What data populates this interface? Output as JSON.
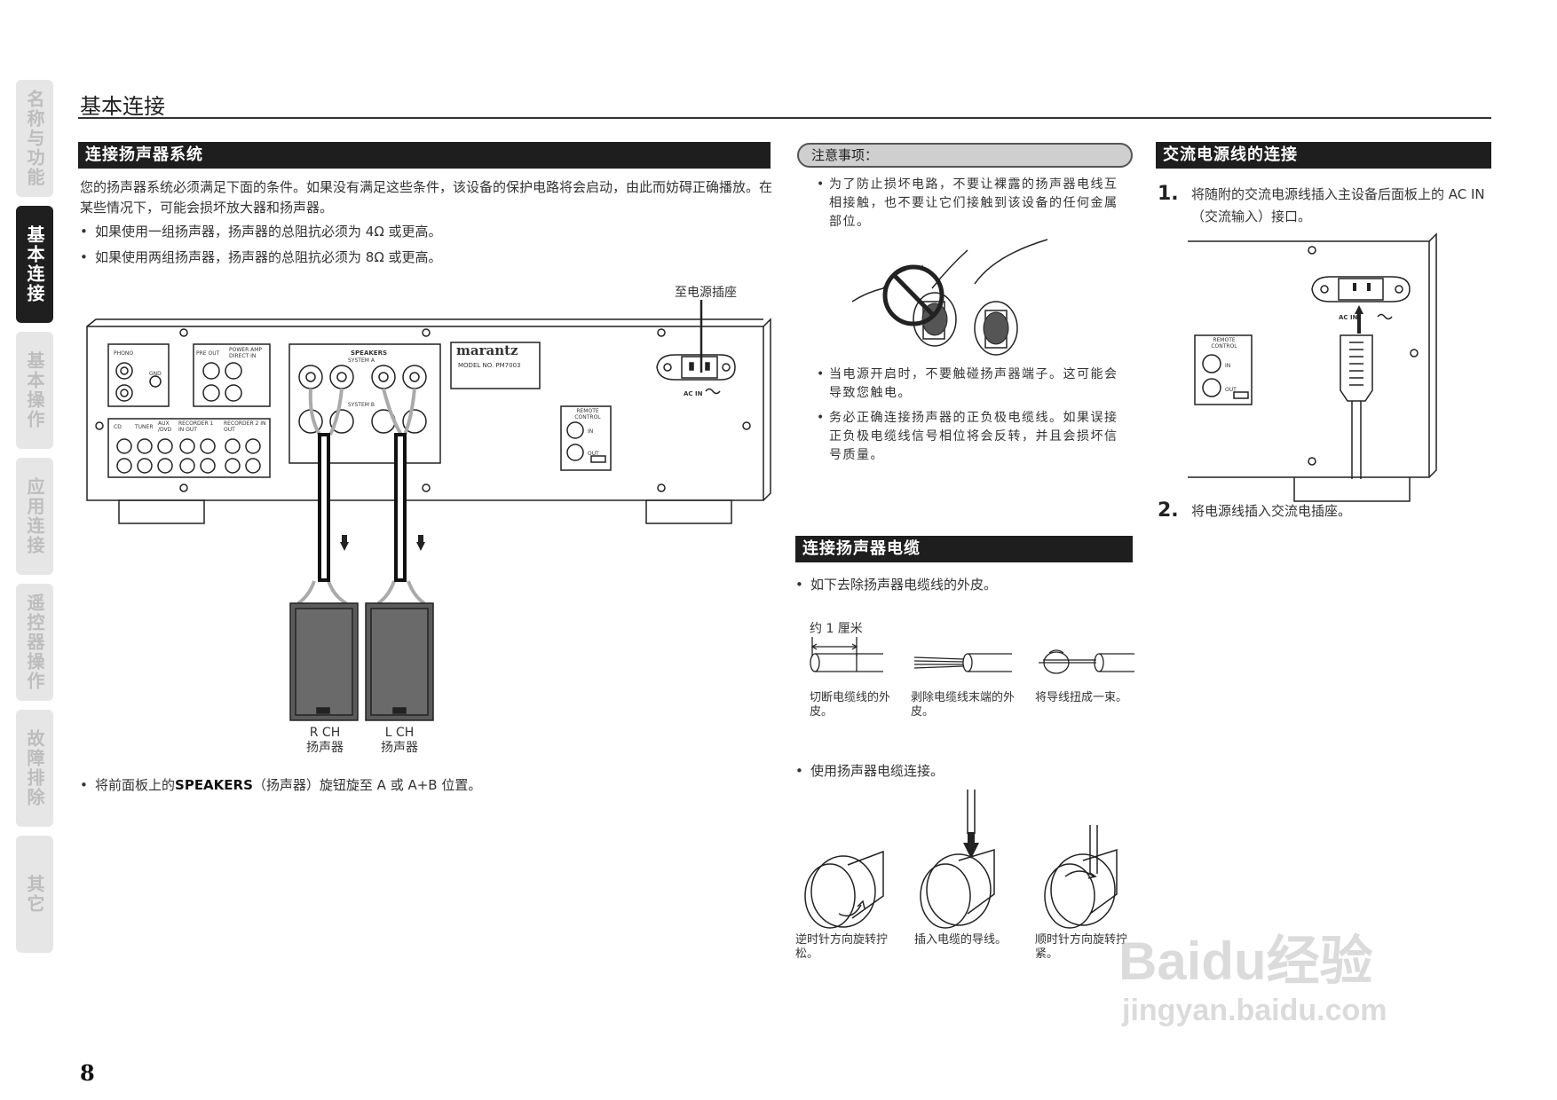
{
  "side_tabs": [
    {
      "label": "名称与功能",
      "active": false
    },
    {
      "label": "基本连接",
      "active": true
    },
    {
      "label": "基本操作",
      "active": false
    },
    {
      "label": "应用连接",
      "active": false
    },
    {
      "label": "遥控器操作",
      "active": false
    },
    {
      "label": "故障排除",
      "active": false
    },
    {
      "label": "其它",
      "active": false
    }
  ],
  "page_title": "基本连接",
  "speaker_system": {
    "heading": "连接扬声器系统",
    "intro": "您的扬声器系统必须满足下面的条件。如果没有满足这些条件，该设备的保护电路将会启动，由此而妨碍正确播放。在某些情况下，可能会损坏放大器和扬声器。",
    "bullets": [
      "如果使用一组扬声器，扬声器的总阻抗必须为 4Ω 或更高。",
      "如果使用两组扬声器，扬声器的总阻抗必须为 8Ω 或更高。"
    ],
    "diagram": {
      "power_outlet_label": "至电源插座",
      "brand": "marantz",
      "model": "MODEL NO. PM7003",
      "phono": "PHONO",
      "gnd": "GND",
      "preout": "PRE OUT",
      "power_amp_direct_in": "POWER AMP DIRECT IN",
      "speakers": "SPEAKERS",
      "system_a": "SYSTEM A",
      "system_b": "SYSTEM B",
      "remote_control": "REMOTE CONTROL",
      "in": "IN",
      "out": "OUT",
      "ac_in": "AC IN",
      "inputs": [
        "CD",
        "TUNER",
        "AUX /DVD",
        "RECORDER 1 IN OUT",
        "RECORDER 2 IN OUT"
      ],
      "r_ch": "R CH",
      "l_ch": "L CH",
      "speaker_label": "扬声器"
    },
    "bottom_bullet_prefix": "将前面板上的",
    "bottom_bullet_bold": "SPEAKERS",
    "bottom_bullet_suffix": "（扬声器）旋钮旋至 A 或 A+B 位置。"
  },
  "notes": {
    "title": "注意事项：",
    "items": [
      "为了防止损坏电路，不要让裸露的扬声器电线互相接触，也不要让它们接触到该设备的任何金属部位。",
      "当电源开启时，不要触碰扬声器端子。这可能会导致您触电。",
      "务必正确连接扬声器的正负极电缆线。如果误接正负极电缆线信号相位将会反转，并且会损坏信号质量。"
    ]
  },
  "speaker_cable": {
    "heading": "连接扬声器电缆",
    "bullet1": "如下去除扬声器电缆线的外皮。",
    "approx": "约 1 厘米",
    "strip_steps": [
      "切断电缆线的外皮。",
      "剥除电缆线末端的外皮。",
      "将导线扭成一束。"
    ],
    "bullet2": "使用扬声器电缆连接。",
    "connect_steps": [
      "逆时针方向旋转拧松。",
      "插入电缆的导线。",
      "顺时针方向旋转拧紧。"
    ]
  },
  "ac_power": {
    "heading": "交流电源线的连接",
    "step1_num": "1.",
    "step1": "将随附的交流电源线插入主设备后面板上的 AC IN（交流输入）接口。",
    "step2_num": "2.",
    "step2": "将电源线插入交流电插座。",
    "remote_control": "REMOTE CONTROL",
    "in": "IN",
    "out": "OUT",
    "ac_in": "AC IN"
  },
  "page_number": "8",
  "watermark": {
    "brand": "Baidu经验",
    "url": "jingyan.baidu.com"
  }
}
